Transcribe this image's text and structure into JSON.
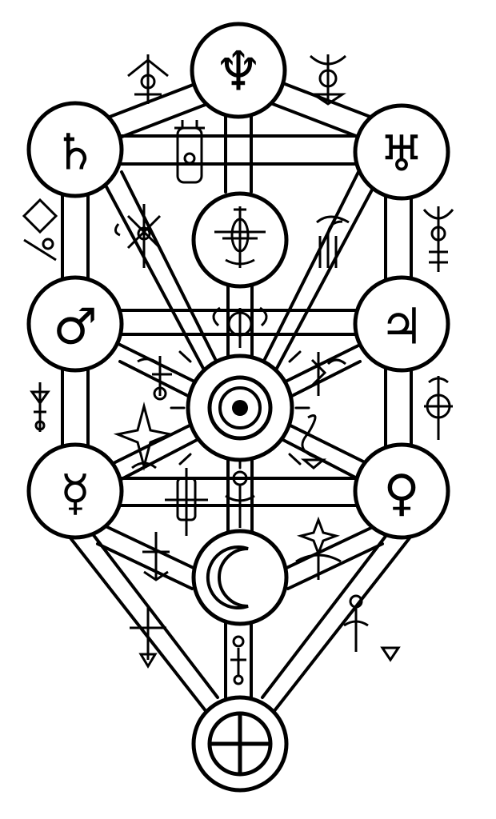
{
  "diagram": {
    "ink_color": "#000000",
    "paper_color": "#ffffff",
    "nodes": [
      {
        "id": "neptune-node",
        "symbol": "♆",
        "icon": "neptune-icon"
      },
      {
        "id": "saturn-node",
        "symbol": "♄",
        "icon": "saturn-icon"
      },
      {
        "id": "uranus-node",
        "symbol": "♅",
        "icon": "uranus-icon"
      },
      {
        "id": "hidden-node",
        "symbol": "",
        "icon": "sigil-icon"
      },
      {
        "id": "mars-node",
        "symbol": "♂",
        "icon": "mars-icon"
      },
      {
        "id": "jupiter-node",
        "symbol": "♃",
        "icon": "jupiter-icon"
      },
      {
        "id": "sun-node",
        "symbol": "",
        "icon": "sun-icon"
      },
      {
        "id": "mercury-node",
        "symbol": "☿",
        "icon": "mercury-icon"
      },
      {
        "id": "venus-node",
        "symbol": "♀",
        "icon": "venus-icon"
      },
      {
        "id": "moon-node",
        "symbol": "☽",
        "icon": "moon-icon"
      },
      {
        "id": "earth-node",
        "symbol": "",
        "icon": "earth-icon"
      }
    ]
  }
}
